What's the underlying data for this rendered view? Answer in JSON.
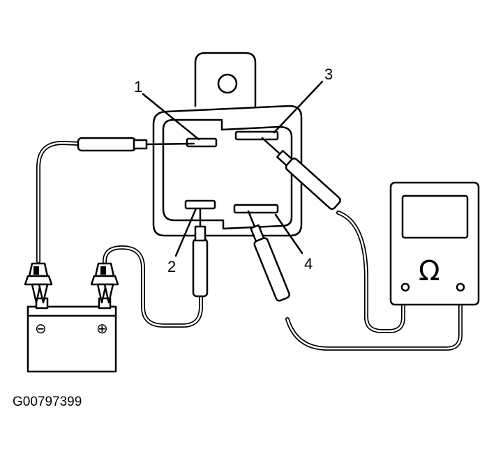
{
  "terminals": {
    "t1": "1",
    "t2": "2",
    "t3": "3",
    "t4": "4"
  },
  "meter": {
    "symbol": "Ω"
  },
  "battery": {
    "negative_symbol": "⊖",
    "positive_symbol": "⊕"
  },
  "caption": "G00797399"
}
